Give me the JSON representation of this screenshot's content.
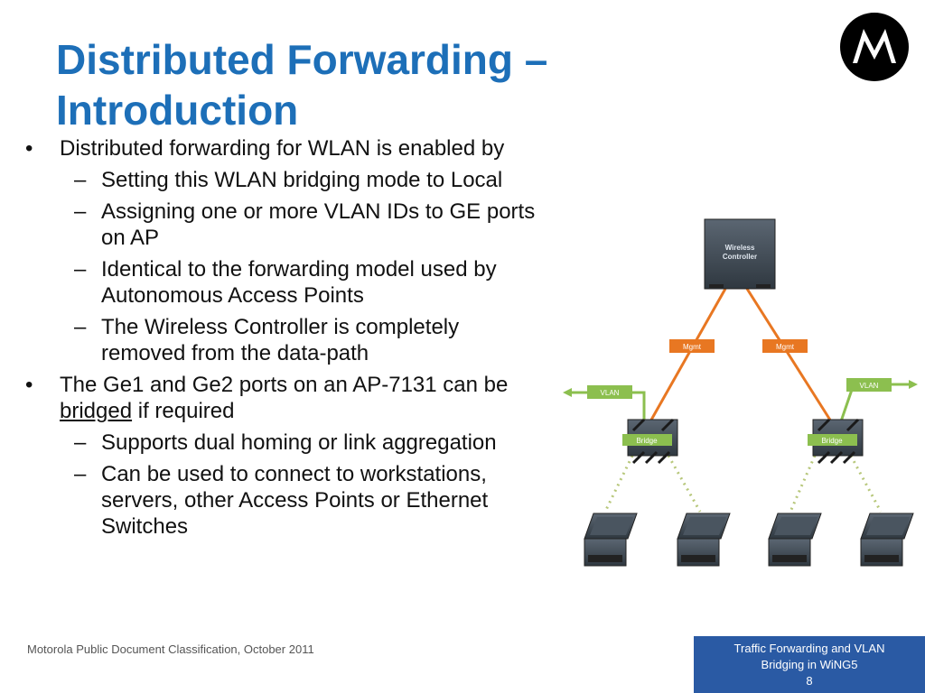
{
  "slide": {
    "title": "Distributed Forwarding – Introduction",
    "bullets": [
      {
        "text": "Distributed forwarding for WLAN is enabled by",
        "subs": [
          "Setting this WLAN bridging mode to Local",
          "Assigning one or more VLAN IDs to GE ports on AP",
          "Identical to the forwarding model used by Autonomous Access Points",
          "The Wireless Controller is completely removed from the data-path"
        ]
      },
      {
        "text_before": "The Ge1 and Ge2 ports on an AP-7131 can be",
        "link_text": "bridged",
        "text_after": "if required",
        "subs": [
          "Supports dual homing or link aggregation",
          "Can be used to connect to workstations, servers, other Access Points or Ethernet Switches"
        ]
      }
    ]
  },
  "markers": {
    "bullet": "•",
    "dash": "–"
  },
  "diagram": {
    "controller_line1": "Wireless",
    "controller_line2": "Controller",
    "mgmt_left": "Mgmt",
    "mgmt_right": "Mgmt",
    "vlan_left": "VLAN",
    "vlan_right": "VLAN",
    "bridge_left": "Bridge",
    "bridge_right": "Bridge"
  },
  "footer": {
    "left": "Motorola Public Document Classification, October 2011",
    "box_line1": "Traffic Forwarding and VLAN",
    "box_line2": "Bridging in WiNG5",
    "page": "8"
  },
  "colors": {
    "title": "#1d6fb8",
    "mgmt": "#e87722",
    "vlan": "#8cbf4f",
    "device": "#3e4a55",
    "footer_box": "#2a5aa4"
  },
  "icons": {
    "logo": "motorola-batwing-logo"
  }
}
